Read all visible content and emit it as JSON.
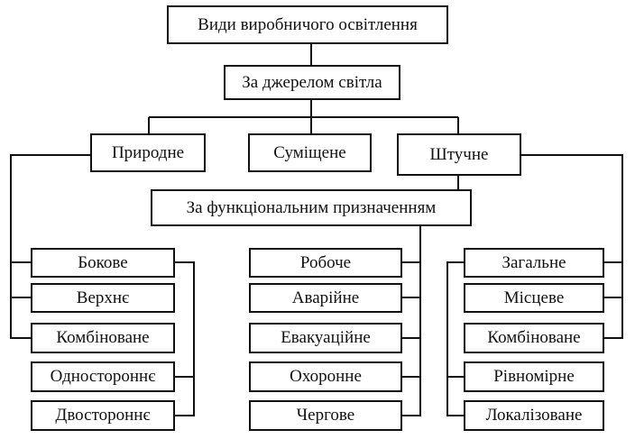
{
  "title": "Види виробничого освітлення",
  "source_header": "За джерелом світла",
  "source_types": [
    "Природне",
    "Суміщене",
    "Штучне"
  ],
  "function_header": "За функціональним призначенням",
  "left_group": [
    "Бокове",
    "Верхнє",
    "Комбіноване",
    "Одностороннє",
    "Двостороннє"
  ],
  "middle_group": [
    "Робоче",
    "Аварійне",
    "Евакуаційне",
    "Охоронне",
    "Чергове"
  ],
  "right_group": [
    "Загальне",
    "Місцеве",
    "Комбіноване",
    "Рівномірне",
    "Локалізоване"
  ]
}
